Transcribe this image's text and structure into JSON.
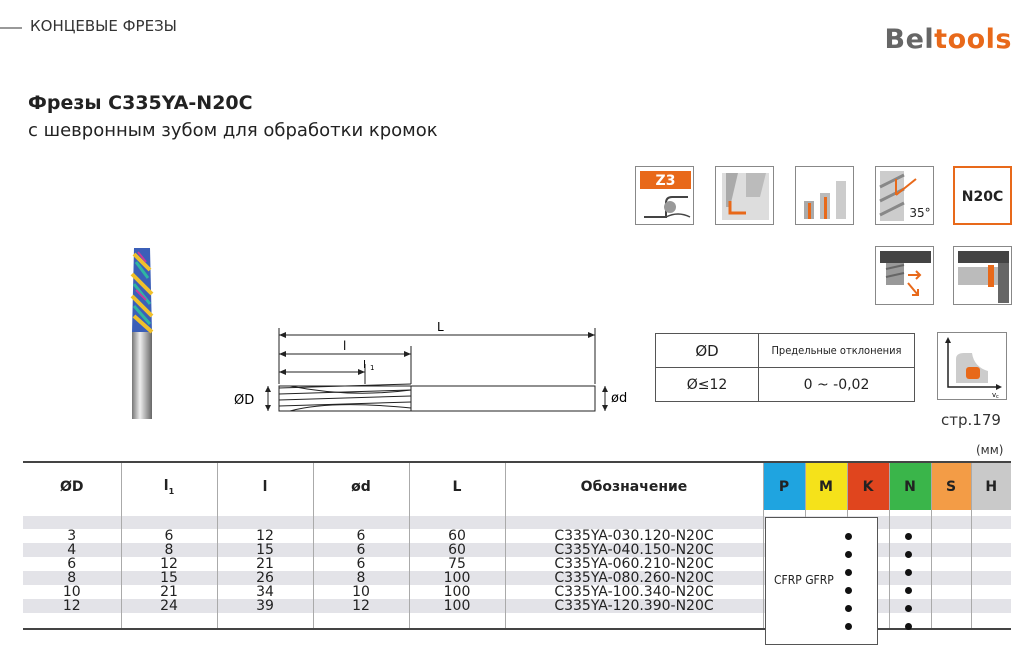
{
  "header": {
    "section": "КОНЦЕВЫЕ ФРЕЗЫ",
    "logo_part1": "Bel",
    "logo_part2": "tools"
  },
  "product": {
    "title": "Фрезы C335YA-N20C",
    "subtitle": "с шевронным зубом для обработки кромок"
  },
  "icons": [
    {
      "name": "z3-flutes-icon",
      "label": "Z3"
    },
    {
      "name": "profile-cut-icon"
    },
    {
      "name": "bar-chart-icon"
    },
    {
      "name": "helix-angle-icon",
      "label": "35°"
    },
    {
      "name": "coating-icon",
      "label": "N20C"
    },
    {
      "name": "downcut-direction-icon"
    },
    {
      "name": "shank-icon"
    }
  ],
  "drawing": {
    "L": "L",
    "l": "l",
    "l1": "l",
    "l1_sub": "1",
    "D": "ØD",
    "d": "ød"
  },
  "tolerance": {
    "col1_header": "ØD",
    "col2_header": "Предельные отклонения",
    "col1_value": "Ø≤12",
    "col2_value": "0 ~ -0,02"
  },
  "page_ref": "стр.179",
  "units": "(мм)",
  "vc_label": "v",
  "vc_sub": "c",
  "table": {
    "headers": [
      "ØD",
      "l",
      "l",
      "ød",
      "L",
      "Обозначение"
    ],
    "l1_sub": "1",
    "materials": [
      "P",
      "M",
      "K",
      "N",
      "S",
      "H"
    ],
    "rows": [
      [
        "3",
        "6",
        "12",
        "6",
        "60",
        "C335YA-030.120-N20C"
      ],
      [
        "4",
        "8",
        "15",
        "6",
        "60",
        "C335YA-040.150-N20C"
      ],
      [
        "6",
        "12",
        "21",
        "6",
        "75",
        "C335YA-060.210-N20C"
      ],
      [
        "8",
        "15",
        "26",
        "8",
        "100",
        "C335YA-080.260-N20C"
      ],
      [
        "10",
        "21",
        "34",
        "10",
        "100",
        "C335YA-100.340-N20C"
      ],
      [
        "12",
        "24",
        "39",
        "12",
        "100",
        "C335YA-120.390-N20C"
      ]
    ],
    "cfrp_label": "CFRP GFRP"
  }
}
